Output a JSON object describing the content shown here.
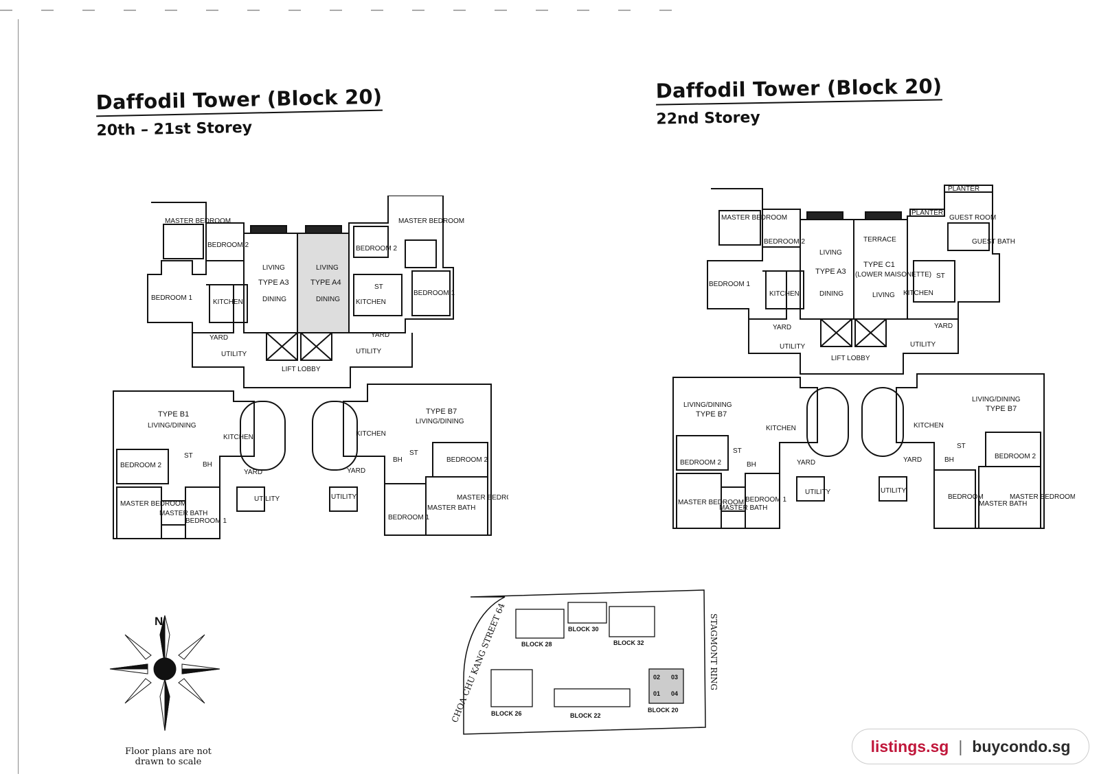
{
  "left_plan": {
    "title": "Daffodil Tower (Block 20)",
    "subtitle": "20th – 21st Storey",
    "labels": {
      "master_bedroom": "MASTER BEDROOM",
      "bedroom_1": "BEDROOM 1",
      "bedroom_2": "BEDROOM 2",
      "master_bath": "MASTER BATH",
      "kitchen": "KITCHEN",
      "yard": "YARD",
      "utility": "UTILITY",
      "living": "LIVING",
      "dining": "DINING",
      "type_a3": "TYPE A3",
      "type_a4": "TYPE A4",
      "type_b1": "TYPE B1",
      "type_b7": "TYPE B7",
      "living_dining": "LIVING/DINING",
      "lift_lobby": "LIFT LOBBY",
      "st": "ST",
      "bh": "BH"
    }
  },
  "right_plan": {
    "title": "Daffodil Tower (Block 20)",
    "subtitle": "22nd Storey",
    "labels": {
      "master_bedroom": "MASTER BEDROOM",
      "bedroom_1": "BEDROOM 1",
      "bedroom_2": "BEDROOM 2",
      "bedroom": "BEDROOM",
      "master_bath": "MASTER BATH",
      "kitchen": "KITCHEN",
      "yard": "YARD",
      "utility": "UTILITY",
      "living": "LIVING",
      "dining": "DINING",
      "type_a3": "TYPE A3",
      "type_c1": "TYPE C1",
      "lower_maisonette": "(LOWER MAISONETTE)",
      "terrace": "TERRACE",
      "planter": "PLANTER",
      "guest_room": "GUEST ROOM",
      "guest_bath": "GUEST BATH",
      "type_b7": "TYPE B7",
      "living_dining": "LIVING/DINING",
      "lift_lobby": "LIFT LOBBY",
      "st": "ST",
      "bh": "BH"
    }
  },
  "compass": {
    "north": "N"
  },
  "note": "Floor plans are not drawn to scale",
  "site_plan": {
    "street_left": "CHOA CHU KANG STREET 64",
    "street_right": "STAGMONT RING",
    "blocks": [
      "BLOCK 28",
      "BLOCK 30",
      "BLOCK 32",
      "BLOCK 26",
      "BLOCK 22",
      "BLOCK 20"
    ],
    "unit_numbers": [
      "02",
      "03",
      "01",
      "04"
    ]
  },
  "watermark": {
    "left": "listings.sg",
    "sep": "|",
    "right": "buycondo.sg"
  }
}
